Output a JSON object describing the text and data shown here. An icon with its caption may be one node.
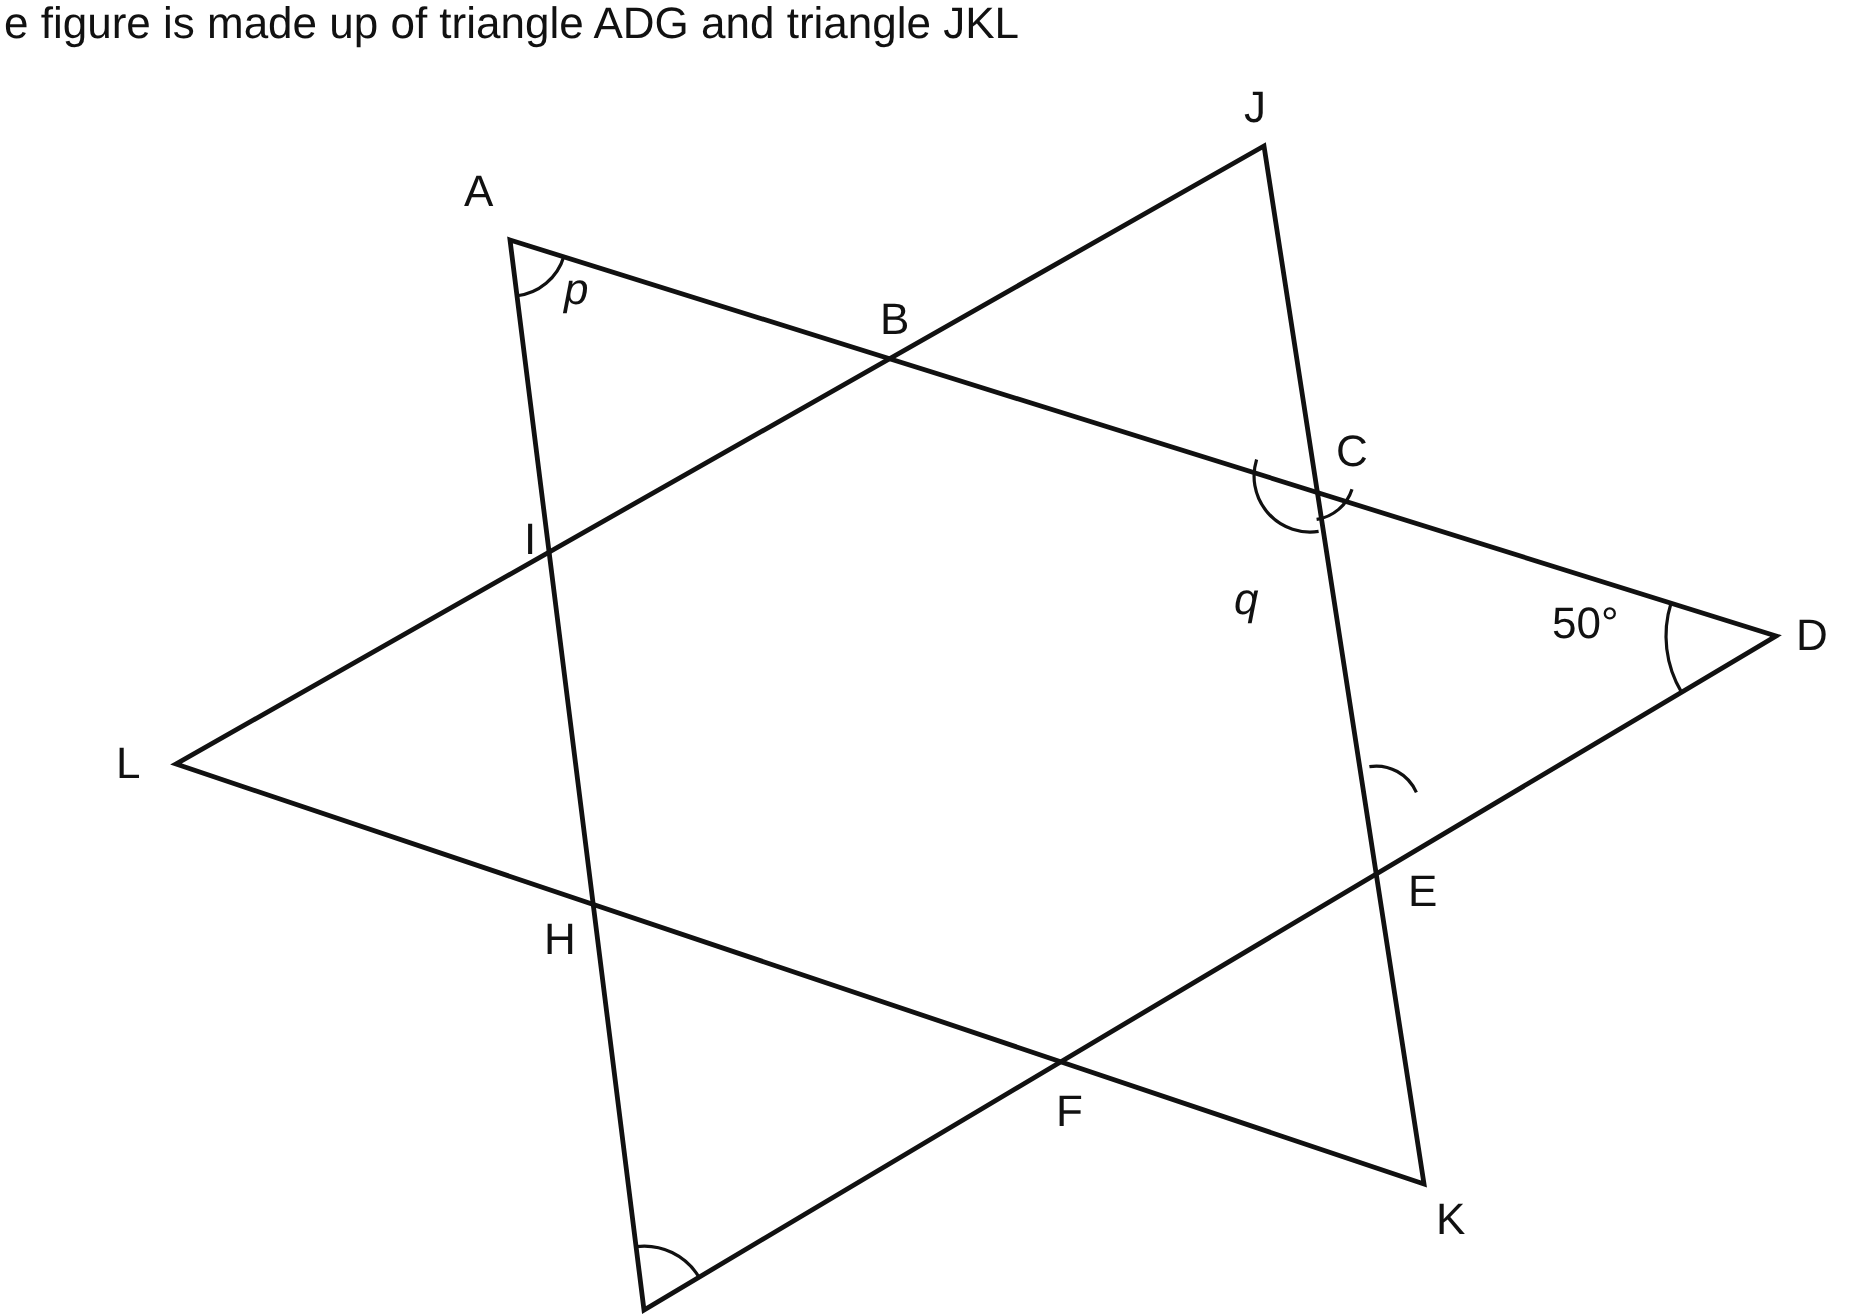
{
  "diagram": {
    "labels": [
      "e figure is made up of triangle ADG and triangle JKL",
      "J",
      "A",
      "B",
      "p",
      "C",
      "I",
      "q",
      "50°",
      "D",
      "L",
      "E",
      "H",
      "F",
      "K"
    ]
  }
}
